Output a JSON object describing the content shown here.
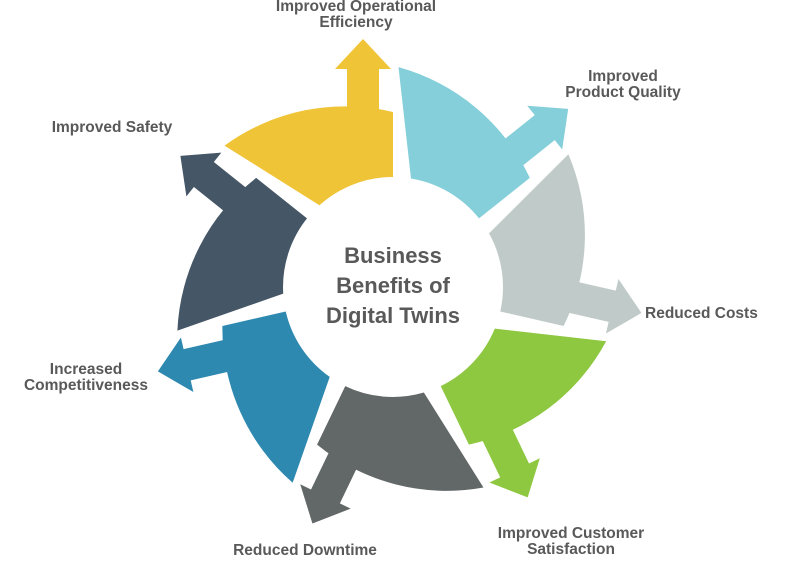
{
  "title": "Business\nBenefits of\nDigital Twins",
  "colors": {
    "background": "#ffffff",
    "label_text": "#595959"
  },
  "segments": [
    {
      "name": "improved-operational-efficiency",
      "label": "Improved Operational\nEfficiency",
      "color": "#F0C437"
    },
    {
      "name": "improved-product-quality",
      "label": "Improved\nProduct Quality",
      "color": "#84CFD9"
    },
    {
      "name": "reduced-costs",
      "label": "Reduced Costs",
      "color": "#C0CBC9"
    },
    {
      "name": "improved-customer-satisfaction",
      "label": "Improved Customer\nSatisfaction",
      "color": "#8EC740"
    },
    {
      "name": "reduced-downtime",
      "label": "Reduced Downtime",
      "color": "#626767"
    },
    {
      "name": "increased-competitiveness",
      "label": "Increased\nCompetitiveness",
      "color": "#2E89B0"
    },
    {
      "name": "improved-safety",
      "label": "Improved Safety",
      "color": "#455666"
    }
  ]
}
